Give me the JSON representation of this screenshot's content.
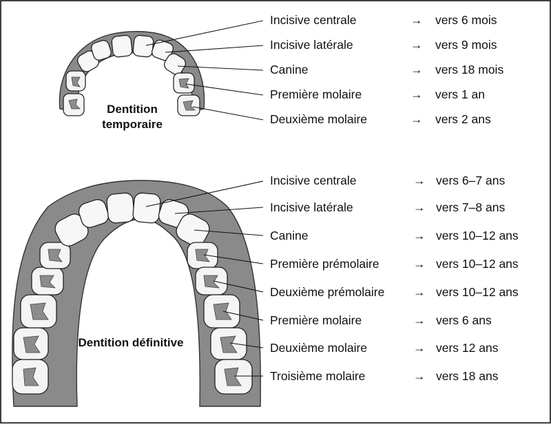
{
  "temporary": {
    "title_line1": "Dentition",
    "title_line2": "temporaire",
    "rows": [
      {
        "tooth": "Incisive centrale",
        "arrow": "→",
        "age": "vers 6 mois"
      },
      {
        "tooth": "Incisive latérale",
        "arrow": "→",
        "age": "vers 9 mois"
      },
      {
        "tooth": "Canine",
        "arrow": "→",
        "age": "vers 18 mois"
      },
      {
        "tooth": "Première molaire",
        "arrow": "→",
        "age": "vers 1 an"
      },
      {
        "tooth": "Deuxième molaire",
        "arrow": "→",
        "age": "vers 2 ans"
      }
    ]
  },
  "permanent": {
    "title": "Dentition définitive",
    "rows": [
      {
        "tooth": "Incisive centrale",
        "arrow": "→",
        "age": "vers 6–7 ans"
      },
      {
        "tooth": "Incisive latérale",
        "arrow": "→",
        "age": "vers 7–8 ans"
      },
      {
        "tooth": "Canine",
        "arrow": "→",
        "age": "vers 10–12 ans"
      },
      {
        "tooth": "Première prémolaire",
        "arrow": "→",
        "age": "vers 10–12 ans"
      },
      {
        "tooth": "Deuxième prémolaire",
        "arrow": "→",
        "age": "vers 10–12 ans"
      },
      {
        "tooth": "Première molaire",
        "arrow": "→",
        "age": "vers 6 ans"
      },
      {
        "tooth": "Deuxième molaire",
        "arrow": "→",
        "age": "vers 12 ans"
      },
      {
        "tooth": "Troisième molaire",
        "arrow": "→",
        "age": "vers 18 ans"
      }
    ]
  },
  "colors": {
    "border": "#000000",
    "gum": "#8a8a8a",
    "tooth": "#f7f7f7"
  }
}
